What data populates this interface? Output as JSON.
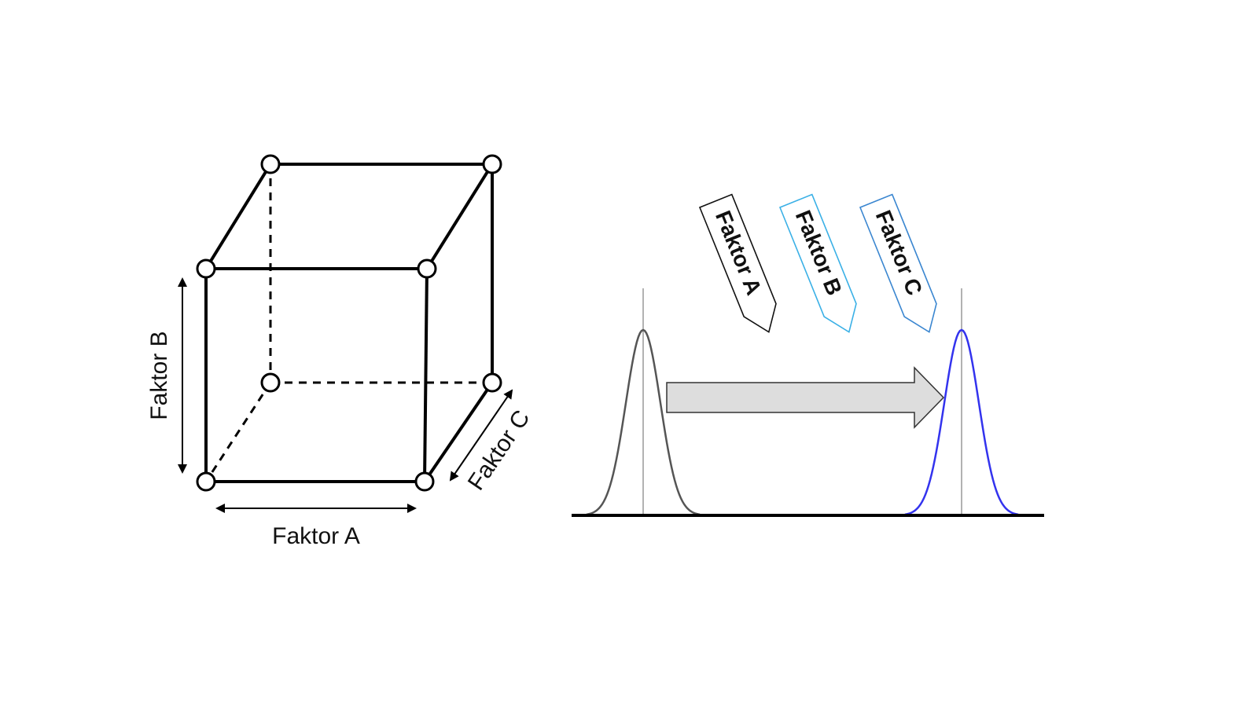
{
  "cube_diagram": {
    "axis_labels": {
      "factor_a": "Faktor A",
      "factor_b": "Faktor B",
      "factor_c": "Faktor C"
    }
  },
  "shift_diagram": {
    "tags": [
      {
        "label": "Faktor A",
        "color": "#111111"
      },
      {
        "label": "Faktor B",
        "color": "#3ab0e6"
      },
      {
        "label": "Faktor C",
        "color": "#3a86d0"
      }
    ],
    "curve_colors": {
      "before": "#555555",
      "after": "#3333ee"
    },
    "arrow_fill": "#dddddd",
    "baseline_color": "#000000"
  }
}
